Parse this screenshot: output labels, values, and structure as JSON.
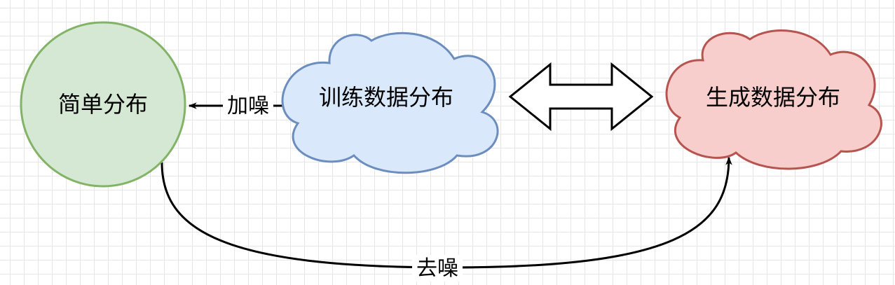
{
  "nodes": {
    "simple": {
      "label": "简单分布",
      "fill": "#d5e8d4",
      "stroke": "#82b366"
    },
    "training": {
      "label": "训练数据分布",
      "fill": "#dae8fc",
      "stroke": "#6c8ebf"
    },
    "generated": {
      "label": "生成数据分布",
      "fill": "#f8cecc",
      "stroke": "#b85450"
    }
  },
  "edges": {
    "add_noise": {
      "label": "加噪"
    },
    "denoise": {
      "label": "去噪"
    }
  }
}
